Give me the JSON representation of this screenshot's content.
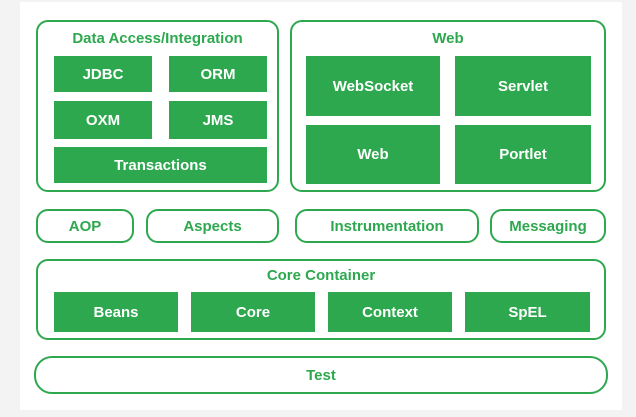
{
  "data_access": {
    "title": "Data Access/Integration",
    "items": [
      "JDBC",
      "ORM",
      "OXM",
      "JMS",
      "Transactions"
    ]
  },
  "web": {
    "title": "Web",
    "items": [
      "WebSocket",
      "Servlet",
      "Web",
      "Portlet"
    ]
  },
  "middle": [
    "AOP",
    "Aspects",
    "Instrumentation",
    "Messaging"
  ],
  "core_container": {
    "title": "Core Container",
    "items": [
      "Beans",
      "Core",
      "Context",
      "SpEL"
    ]
  },
  "test": "Test",
  "colors": {
    "accent": "#2ea84f",
    "text_on_accent": "#ffffff",
    "background": "#ffffff"
  }
}
